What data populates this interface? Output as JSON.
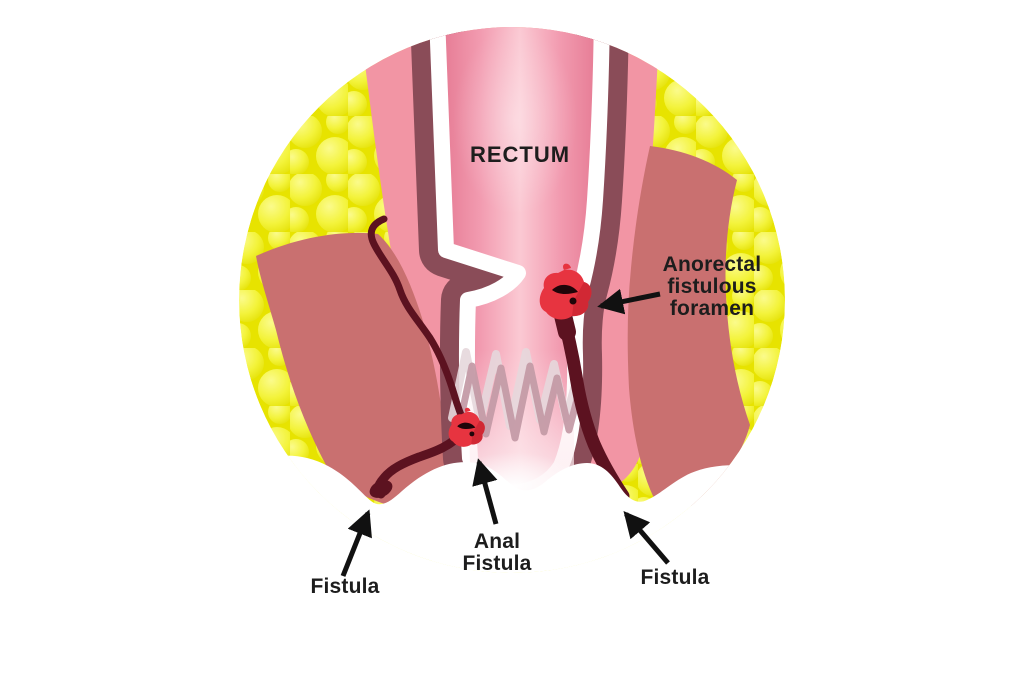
{
  "labels": {
    "rectum": "RECTUM",
    "anorectal": "Anorectal\nfistulous\nforamen",
    "anal_fistula": "Anal\nFistula",
    "fistula_left": "Fistula",
    "fistula_right": "Fistula"
  },
  "colors": {
    "background": "#FFFFFF",
    "fat_yellow": "#E7E300",
    "fat_bubble_highlight": "#FBFB8C",
    "muscle_salmon": "#C97070",
    "wall_pink": "#F295A4",
    "wall_maroon": "#8A4C58",
    "lining_white": "#FFFFFF",
    "lumen_pink_center": "#FBC9D3",
    "lumen_pink_edge": "#E2718B",
    "dentate_mauve": "#C49BA7",
    "fistula_tract_dark": "#5C1220",
    "lesion_red": "#E73440",
    "label_text": "#1D1D1D",
    "arrow_black": "#111111"
  }
}
